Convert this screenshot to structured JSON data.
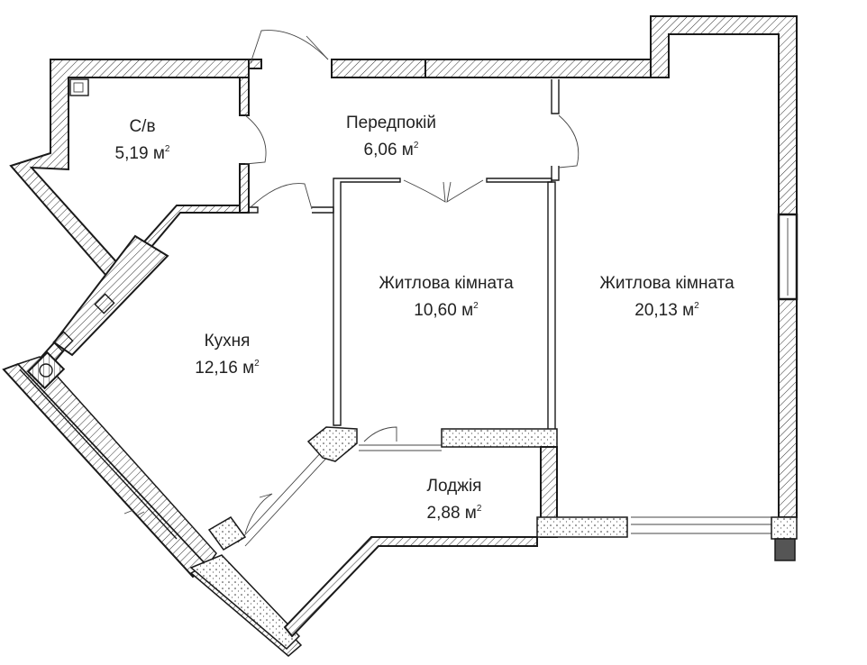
{
  "rooms": [
    {
      "id": "bathroom",
      "name": "С/в",
      "area": "5,19 м"
    },
    {
      "id": "hallway",
      "name": "Передпокій",
      "area": "6,06 м"
    },
    {
      "id": "bedroom",
      "name": "Житлова кімната",
      "area": "10,60 м"
    },
    {
      "id": "living",
      "name": "Житлова кімната",
      "area": "20,13 м"
    },
    {
      "id": "kitchen",
      "name": "Кухня",
      "area": "12,16 м"
    },
    {
      "id": "loggia",
      "name": "Лоджія",
      "area": "2,88 м"
    }
  ],
  "unit_superscript": "2"
}
